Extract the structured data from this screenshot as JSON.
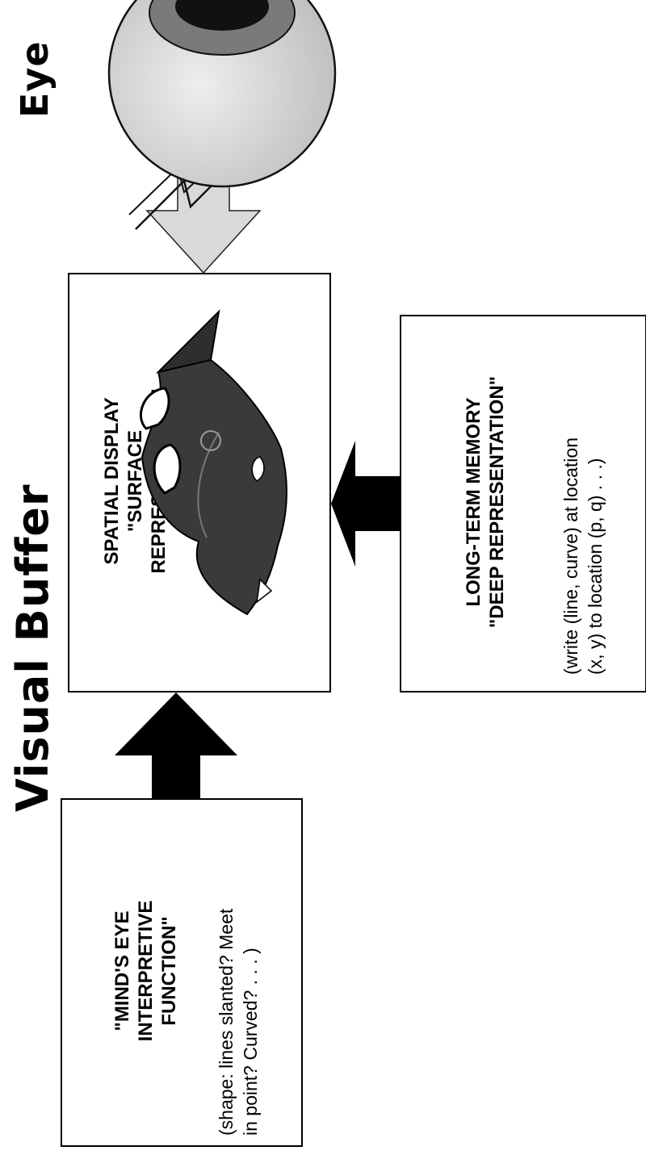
{
  "titles": {
    "visual_buffer": "Visual Buffer",
    "eye": "Eye"
  },
  "spatial_display": {
    "line1": "SPATIAL DISPLAY",
    "line2": "\"SURFACE",
    "line3": "REPRESENTATION\""
  },
  "minds_eye": {
    "line1": "\"MIND'S EYE",
    "line2": "INTERPRETIVE",
    "line3": "FUNCTION\"",
    "body1": "(shape: lines slanted? Meet",
    "body2": "in point? Curved? . . . )"
  },
  "long_term_memory": {
    "line1": "LONG-TERM MEMORY",
    "line2": "\"DEEP REPRESENTATION\"",
    "body1": "(write (line, curve) at location",
    "body2": "(x, y) to location (p, q) . . .)"
  },
  "colors": {
    "outline": "#000000",
    "eye_ball": "#d6d6d6",
    "iris": "#7a7a7a",
    "pupil": "#111111",
    "light_arrow": "#d9d9d9",
    "figure_dark": "#3a3a3a"
  },
  "icons": {
    "eye": "eyeball-icon",
    "figure": "cat-figure-icon"
  }
}
